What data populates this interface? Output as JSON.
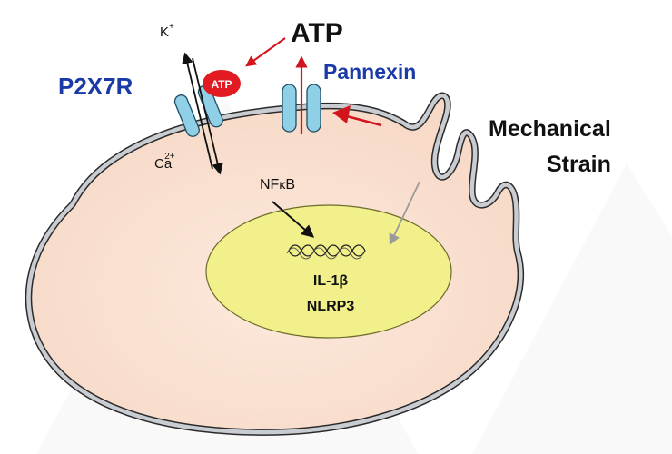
{
  "labels": {
    "atp_top": "ATP",
    "atp_badge": "ATP",
    "p2x7r": "P2X7R",
    "pannexin": "Pannexin",
    "mechanical": "Mechanical",
    "strain": "Strain",
    "k_ion": "K",
    "k_charge": "+",
    "ca_ion": "Ca",
    "ca_charge": "2+",
    "nfkb_pre": "NF",
    "nfkb_kappa": "κ",
    "nfkb_post": "B",
    "il1b": "IL-1β",
    "nlrp3": "NLRP3"
  },
  "colors": {
    "cytoplasm": "#fbe3d4",
    "membrane": "#c9cdd2",
    "membrane_outline": "#2a2a2a",
    "nucleus": "#f2f08a",
    "nucleus_outline": "#6b6b2a",
    "channel": "#8fd0e6",
    "channel_outline": "#1f4d63",
    "atp_badge": "#e21b23",
    "arrow_red": "#d4141c",
    "label_blue": "#1a3aa8",
    "gray_arrow": "#9a9a9a",
    "watermark": "#f3f3f3"
  },
  "icons": [
    "dna-helix-icon",
    "cell-diagram-icon"
  ]
}
